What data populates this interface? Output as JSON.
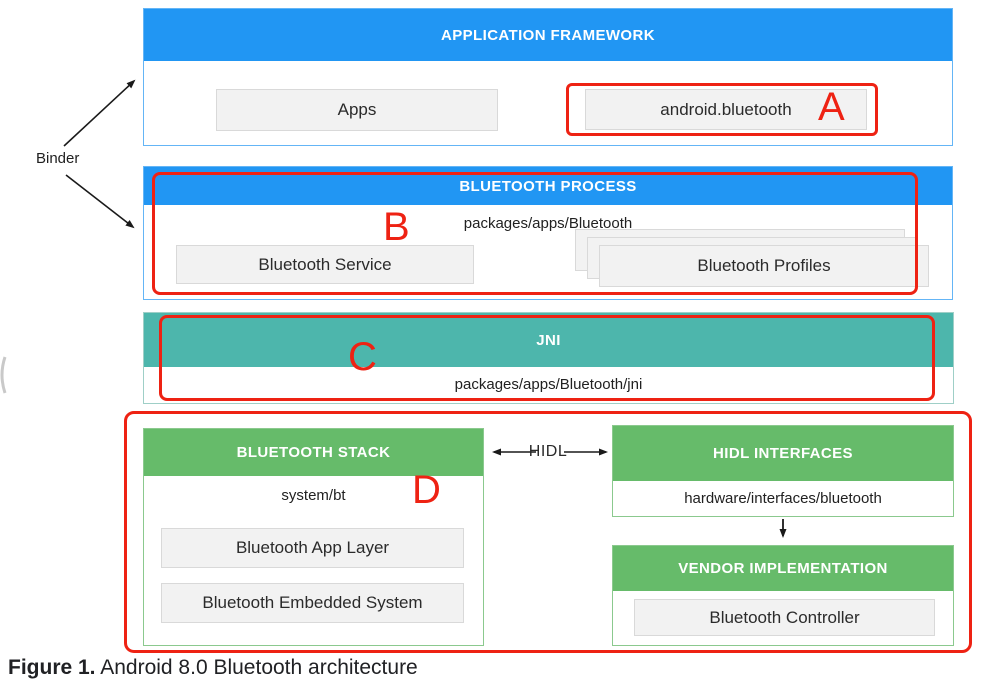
{
  "colors": {
    "blue": "#2196f3",
    "blue_border": "#64b5f6",
    "teal": "#4db6ac",
    "teal_border": "#9fcfc7",
    "green": "#66bb6a",
    "green_border": "#8bc98e",
    "red": "#ee2213",
    "box_bg": "#f2f2f2",
    "box_border": "#d9d9d9"
  },
  "binder": {
    "label": "Binder"
  },
  "application_framework": {
    "title": "APPLICATION FRAMEWORK",
    "apps": "Apps",
    "android_bluetooth": "android.bluetooth",
    "annotation": "A"
  },
  "bluetooth_process": {
    "title": "BLUETOOTH PROCESS",
    "path": "packages/apps/Bluetooth",
    "service": "Bluetooth Service",
    "profiles": "Bluetooth Profiles",
    "annotation": "B"
  },
  "jni": {
    "title": "JNI",
    "path": "packages/apps/Bluetooth/jni",
    "annotation": "C"
  },
  "bluetooth_stack": {
    "title": "BLUETOOTH STACK",
    "path": "system/bt",
    "app_layer": "Bluetooth App Layer",
    "embedded_system": "Bluetooth Embedded System",
    "annotation": "D"
  },
  "hidl": {
    "label": "HIDL"
  },
  "hidl_interfaces": {
    "title": "HIDL INTERFACES",
    "path": "hardware/interfaces/bluetooth"
  },
  "vendor_implementation": {
    "title": "VENDOR IMPLEMENTATION",
    "controller": "Bluetooth Controller"
  },
  "caption": {
    "prefix": "Figure 1.",
    "text": " Android 8.0 Bluetooth architecture"
  }
}
